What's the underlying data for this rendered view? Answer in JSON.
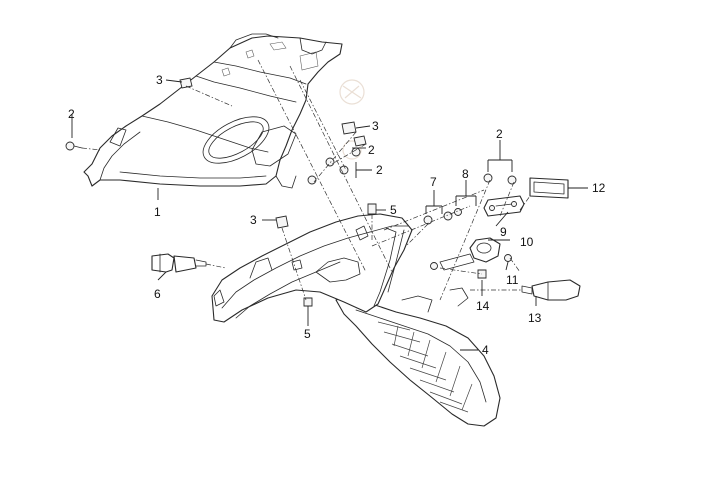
{
  "callouts": [
    {
      "id": "c1",
      "text": "1"
    },
    {
      "id": "c2a",
      "text": "2"
    },
    {
      "id": "c2b",
      "text": "2"
    },
    {
      "id": "c2c",
      "text": "2"
    },
    {
      "id": "c2d",
      "text": "2"
    },
    {
      "id": "c3a",
      "text": "3"
    },
    {
      "id": "c3b",
      "text": "3"
    },
    {
      "id": "c3c",
      "text": "3"
    },
    {
      "id": "c4",
      "text": "4"
    },
    {
      "id": "c5a",
      "text": "5"
    },
    {
      "id": "c5b",
      "text": "5"
    },
    {
      "id": "c6",
      "text": "6"
    },
    {
      "id": "c7",
      "text": "7"
    },
    {
      "id": "c8",
      "text": "8"
    },
    {
      "id": "c9",
      "text": "9"
    },
    {
      "id": "c10",
      "text": "10"
    },
    {
      "id": "c11",
      "text": "11"
    },
    {
      "id": "c12",
      "text": "12"
    },
    {
      "id": "c13",
      "text": "13"
    },
    {
      "id": "c14",
      "text": "14"
    }
  ]
}
